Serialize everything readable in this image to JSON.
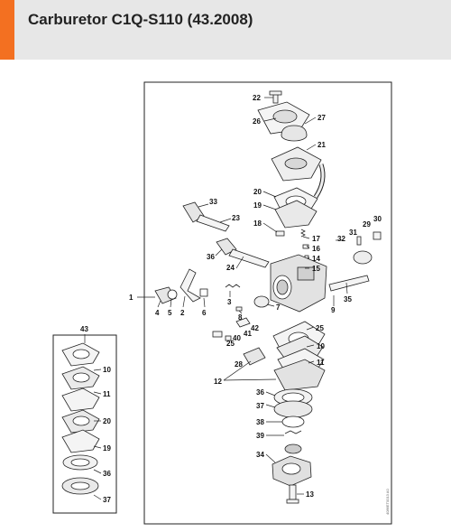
{
  "header": {
    "title": "Carburetor C1Q-S110 (43.2008)",
    "accent_color": "#f37021",
    "background_color": "#e7e7e7"
  },
  "diagram": {
    "main_labels": [
      "22",
      "26",
      "27",
      "21",
      "20",
      "19",
      "18",
      "17",
      "16",
      "14",
      "15",
      "33",
      "23",
      "36",
      "24",
      "31",
      "32",
      "29",
      "30",
      "35",
      "9",
      "1",
      "4",
      "5",
      "2",
      "6",
      "3",
      "7",
      "8",
      "42",
      "41",
      "40",
      "25",
      "25",
      "10",
      "11",
      "28",
      "12",
      "36",
      "37",
      "38",
      "39",
      "34",
      "13"
    ],
    "kit_labels": [
      "43",
      "10",
      "11",
      "20",
      "19",
      "36",
      "37"
    ],
    "side_code": "4086ET0013 A0"
  }
}
